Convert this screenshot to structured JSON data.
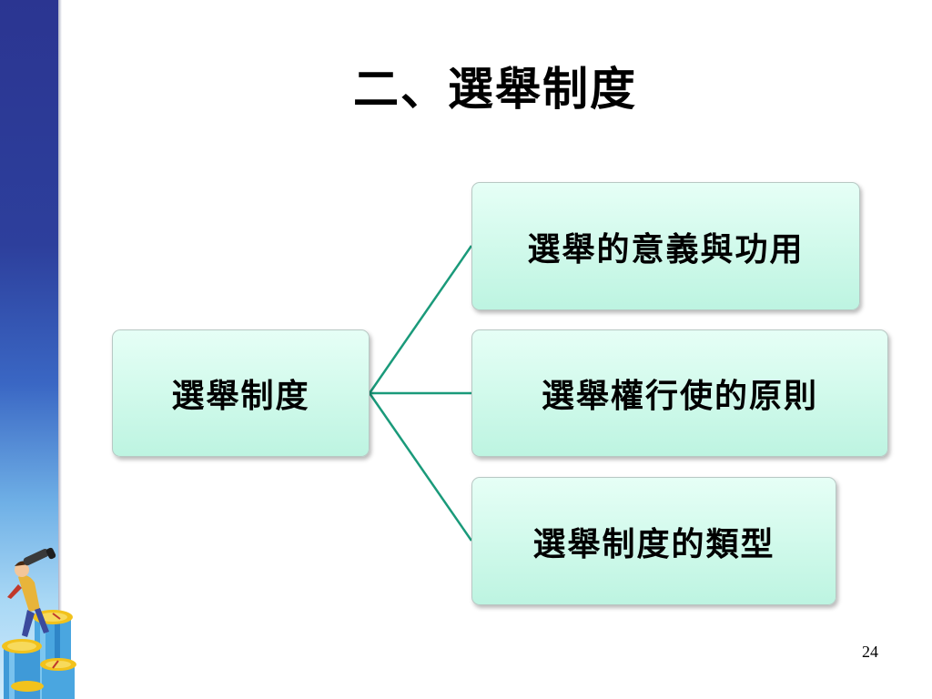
{
  "slide": {
    "title": "二、選舉制度",
    "page_number": "24"
  },
  "diagram": {
    "root": {
      "label": "選舉制度"
    },
    "children": [
      {
        "label": "選舉的意義與功用"
      },
      {
        "label": "選舉權行使的原則"
      },
      {
        "label": "選舉制度的類型"
      }
    ],
    "colors": {
      "connector": "#1a9a7a",
      "box_fill_top": "#e6fff6",
      "box_fill_bottom": "#bdf4e1",
      "side_bar": "#2b3591"
    }
  }
}
